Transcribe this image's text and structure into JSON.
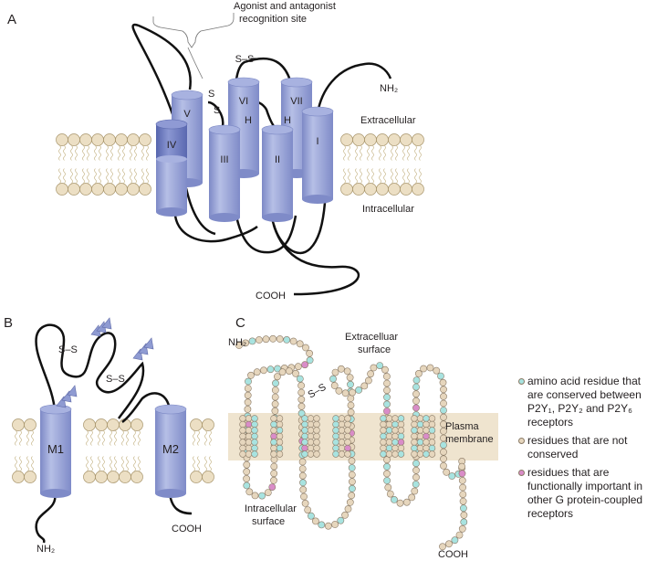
{
  "panels": {
    "a": {
      "label": "A",
      "site_label_line1": "Agonist and antagonist",
      "site_label_line2": "recognition site",
      "extracellular": "Extracellular",
      "intracellular": "Intracellular",
      "nh2": "NH₂",
      "cooh": "COOH",
      "disulfide_top": "S–S",
      "disulfide_s1": "S",
      "disulfide_s2": "S",
      "helix_label": "H",
      "tm_labels": [
        "I",
        "II",
        "III",
        "IV",
        "V",
        "VI",
        "VII"
      ]
    },
    "b": {
      "label": "B",
      "disulfide": "S–S",
      "m1": "M1",
      "m2": "M2",
      "nh2": "NH₂",
      "cooh": "COOH"
    },
    "c": {
      "label": "C",
      "nh2": "NH₂",
      "cooh": "COOH",
      "extracellular_line1": "Extracelluar",
      "extracellular_line2": "surface",
      "intracellular_line1": "Intracellular",
      "intracellular_line2": "surface",
      "membrane_line1": "Plasma",
      "membrane_line2": "membrane",
      "disulfide": "S–S"
    }
  },
  "legend": [
    {
      "color": "#a8e3e0",
      "text": "amino acid residue that are conserved between P2Y₁, P2Y₂ and P2Y₆ receptors"
    },
    {
      "color": "#e6d6bd",
      "text": "residues that are not conserved"
    },
    {
      "color": "#d98cc8",
      "text": "residues that are functionally important in other G protein-coupled receptors"
    }
  ],
  "colors": {
    "helix": "#9aa6d8",
    "helix_dark": "#6f7cc0",
    "lipid_head": "#ecdfc4",
    "residue": "#e6d6bd",
    "conserved": "#a8e3e0",
    "functional": "#d98cc8",
    "membrane_band": "#efe4cf"
  }
}
